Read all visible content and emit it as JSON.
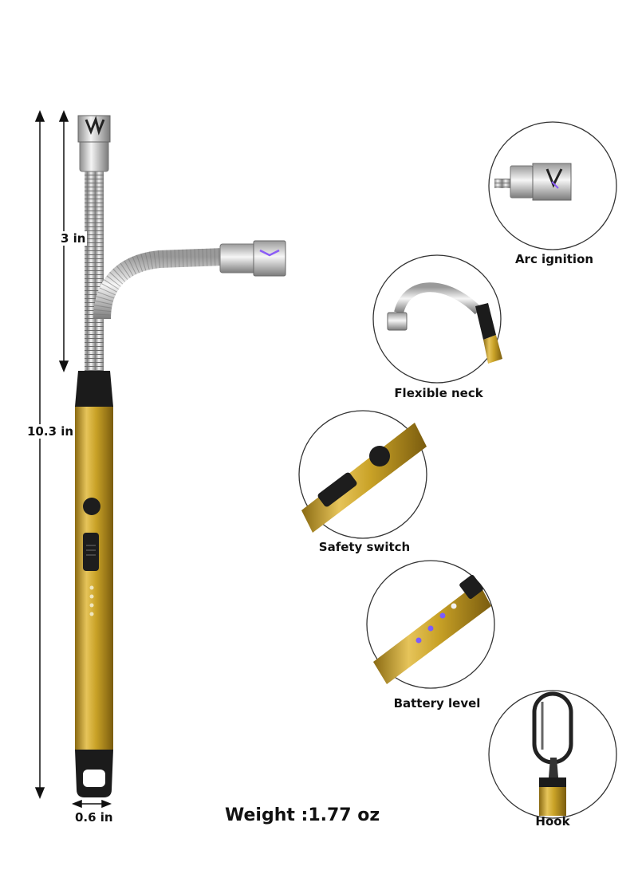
{
  "dimensions": {
    "neck_length": "3 in",
    "total_length": "10.3 in",
    "width": "0.6 in"
  },
  "weight": "Weight :1.77 oz",
  "features": [
    {
      "label": "Arc ignition",
      "icon": "arc-ignition-detail"
    },
    {
      "label": "Flexible neck",
      "icon": "flexible-neck-detail"
    },
    {
      "label": "Safety switch",
      "icon": "safety-switch-detail"
    },
    {
      "label": "Battery level",
      "icon": "battery-level-detail"
    },
    {
      "label": "Hook",
      "icon": "hook-detail"
    }
  ],
  "colors": {
    "gold": "#c9a227",
    "chrome": "#c8c8c8",
    "black_cap": "#1b1b1b",
    "led": "#7b5cff"
  }
}
